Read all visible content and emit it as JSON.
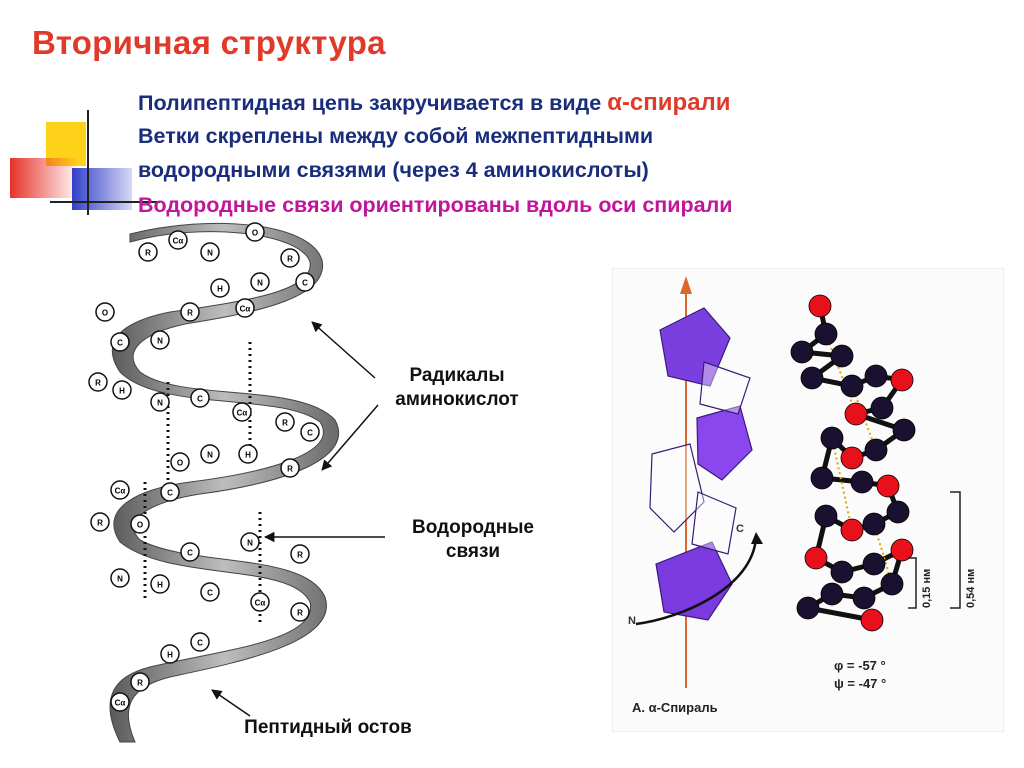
{
  "slide": {
    "title": "Вторичная структура",
    "bullets": {
      "line1_prefix": "Полипептидная цепь закручивается в виде ",
      "line1_emphasis": "α-спирали",
      "line2": "Ветки скреплены между собой межпептидными",
      "line3": "водородными связями (через 4 аминокислоты)",
      "line4": "Водородные связи ориентированы вдоль оси спирали"
    }
  },
  "diagram": {
    "labels": {
      "radicals": "Радикалы аминокислот",
      "hbonds": "Водородные связи",
      "backbone": "Пептидный остов"
    },
    "atom_letters": [
      "C",
      "N",
      "O",
      "H",
      "R",
      "Cα"
    ],
    "right_figure": {
      "caption": "А. α-Спираль",
      "n_label": "N",
      "c_label": "C",
      "dim1": "0,15 нм",
      "dim2": "0,54 нм",
      "phi": "φ = -57 °",
      "psi": "ψ = -47 °"
    }
  },
  "colors": {
    "title": "#e03a2a",
    "text": "#1a2c7c",
    "magenta": "#c0169c",
    "accent_yellow": "#ffd21a",
    "accent_blue": "#3340c8",
    "accent_red": "#e8322a",
    "prism": "#7b3fe0",
    "oxygen": "#e8101a",
    "carbon": "#1a1030"
  }
}
